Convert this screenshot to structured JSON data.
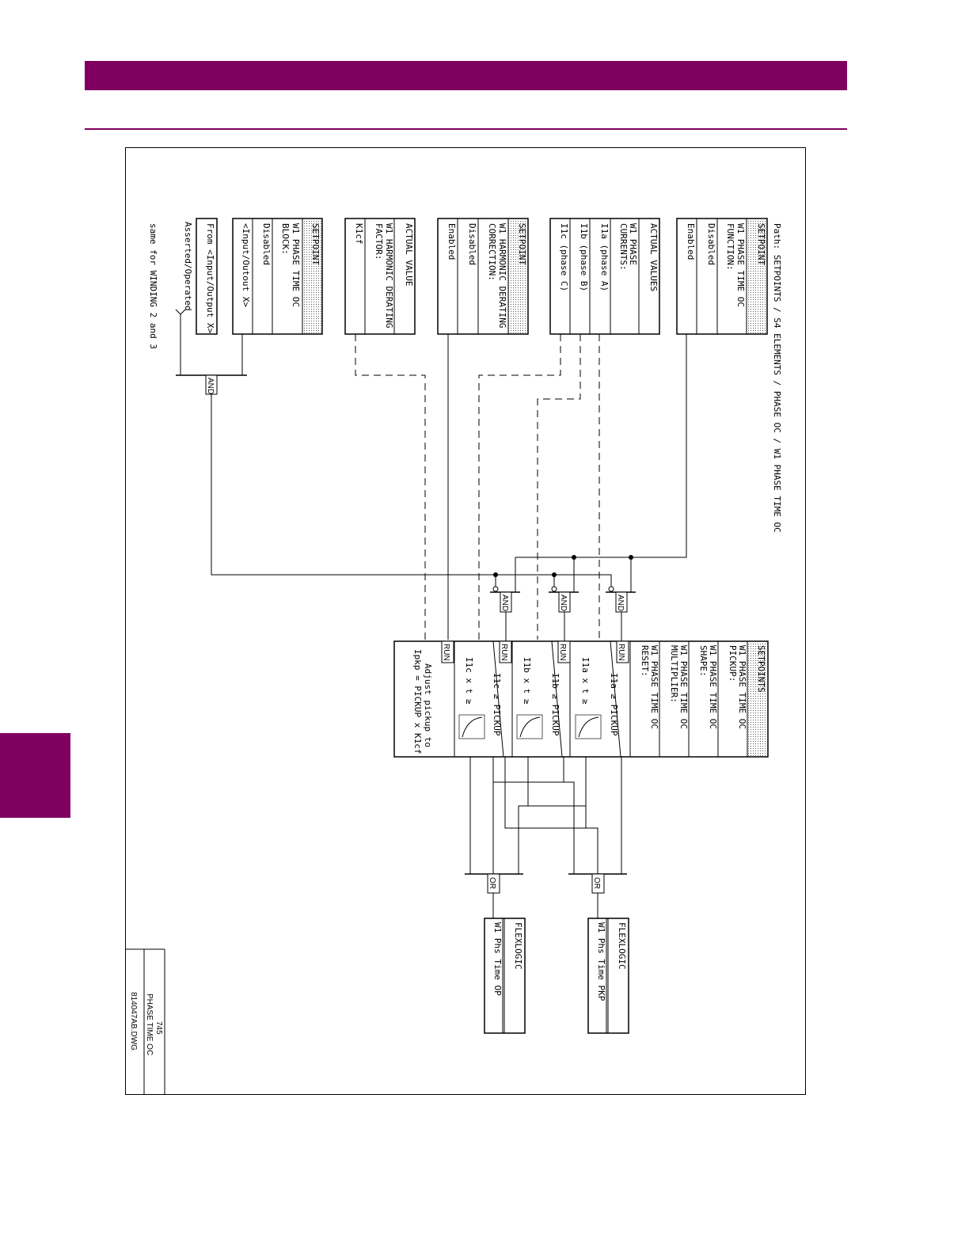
{
  "page": {
    "accent_color": "#800060"
  },
  "path": "Path: SETPOINTS / S4 ELEMENTS / PHASE OC / W1 PHASE TIME OC",
  "blocks": {
    "function": {
      "header": "SETPOINT",
      "lines": [
        "W1 PHASE TIME OC",
        "FUNCTION:"
      ],
      "rows": [
        "Disabled",
        "Enabled"
      ]
    },
    "currents": {
      "header": "ACTUAL VALUES",
      "lines": [
        "W1 PHASE",
        "CURRENTS:"
      ],
      "rows": [
        "I1a (phase A)",
        "I1b (phase B)",
        "I1c (phase C)"
      ]
    },
    "harmonic_correction": {
      "header": "SETPOINT",
      "lines": [
        "W1 HARMONIC DERATING",
        "CORRECTION:"
      ],
      "rows": [
        "Disabled",
        "Enabled"
      ]
    },
    "derating_factor": {
      "header": "ACTUAL VALUE",
      "lines": [
        "W1 HARMONIC DERATING",
        "FACTOR:"
      ],
      "rows": [
        "K1cf"
      ]
    },
    "block": {
      "header": "SETPOINT",
      "lines": [
        "W1 PHASE TIME OC",
        "BLOCK:"
      ],
      "rows": [
        "Disabled",
        "<Input/Outout X>"
      ]
    },
    "from_input": "From <Input/Output X>",
    "asserted": "Asserted/Operated",
    "same_note": "same for WINDING 2 and 3"
  },
  "gates": {
    "and": "AND",
    "or": "OR",
    "run": "RUN"
  },
  "main_block": {
    "header": "SETPOINTS",
    "settings": [
      [
        "W1 PHASE TIME OC",
        "PICKUP:"
      ],
      [
        "W1 PHASE TIME OC",
        "SHAPE:"
      ],
      [
        "W1 PHASE TIME OC",
        "MULTIPLIER:"
      ],
      [
        "W1 PHASE TIME OC",
        "RESET:"
      ]
    ],
    "phases": [
      {
        "pickup": "I1a ≥ PICKUP",
        "curve": "I1a x t ≥"
      },
      {
        "pickup": "I1b ≥ PICKUP",
        "curve": "I1b x t ≥"
      },
      {
        "pickup": "I1c ≥ PICKUP",
        "curve": "I1c x t ≥"
      }
    ],
    "adjust": [
      "Adjust pickup to",
      "Ipkp = PICKUP x K1cf"
    ]
  },
  "outputs": [
    {
      "header": "FLEXLOGIC",
      "label": "W1 Phs Time PKP"
    },
    {
      "header": "FLEXLOGIC",
      "label": "W1 Phs Time OP"
    }
  ],
  "title_block": {
    "model": "745",
    "title": "PHASE TIME OC",
    "drawing": "814047AB.DWG"
  }
}
